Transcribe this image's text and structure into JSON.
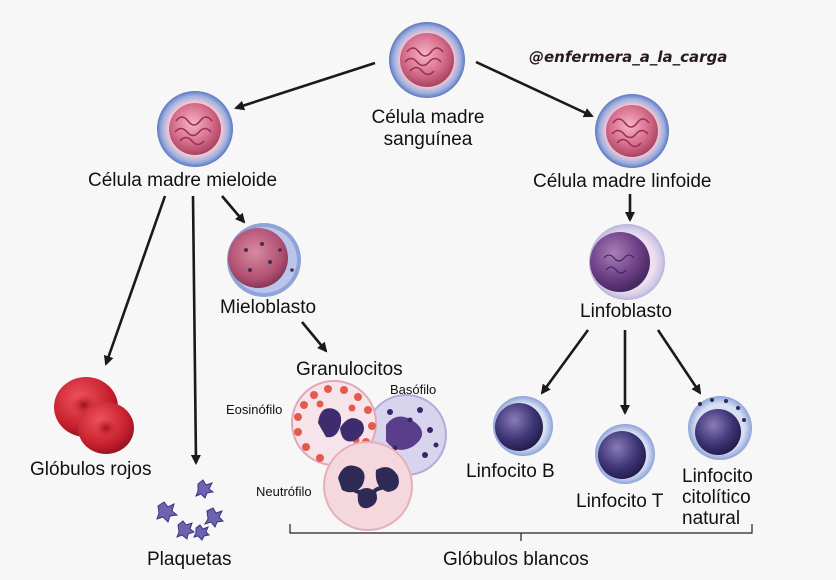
{
  "watermark": "@enfermera_a_la_carga",
  "nodes": {
    "stem": "Célula madre\nsanguínea",
    "myeloid": "Célula madre mieloide",
    "lymphoid": "Célula madre linfoide",
    "myeloblast": "Mieloblasto",
    "lymphoblast": "Linfoblasto",
    "granulocytes": "Granulocitos",
    "eosinophil": "Eosinófilo",
    "basophil": "Basófilo",
    "neutrophil": "Neutrófilo",
    "red_cells": "Glóbulos rojos",
    "platelets": "Plaquetas",
    "b_cell": "Linfocito B",
    "t_cell": "Linfocito T",
    "nk_cell": "Linfocito\ncitolítico\nnatural",
    "white_cells": "Glóbulos blancos"
  },
  "colors": {
    "stem_membrane": "#6d86c6",
    "stem_nucleus": "#c95a7c",
    "red_cell": "#c8202e",
    "lymphocyte": "#3a2f6e",
    "arrow": "#1a1a1a"
  }
}
